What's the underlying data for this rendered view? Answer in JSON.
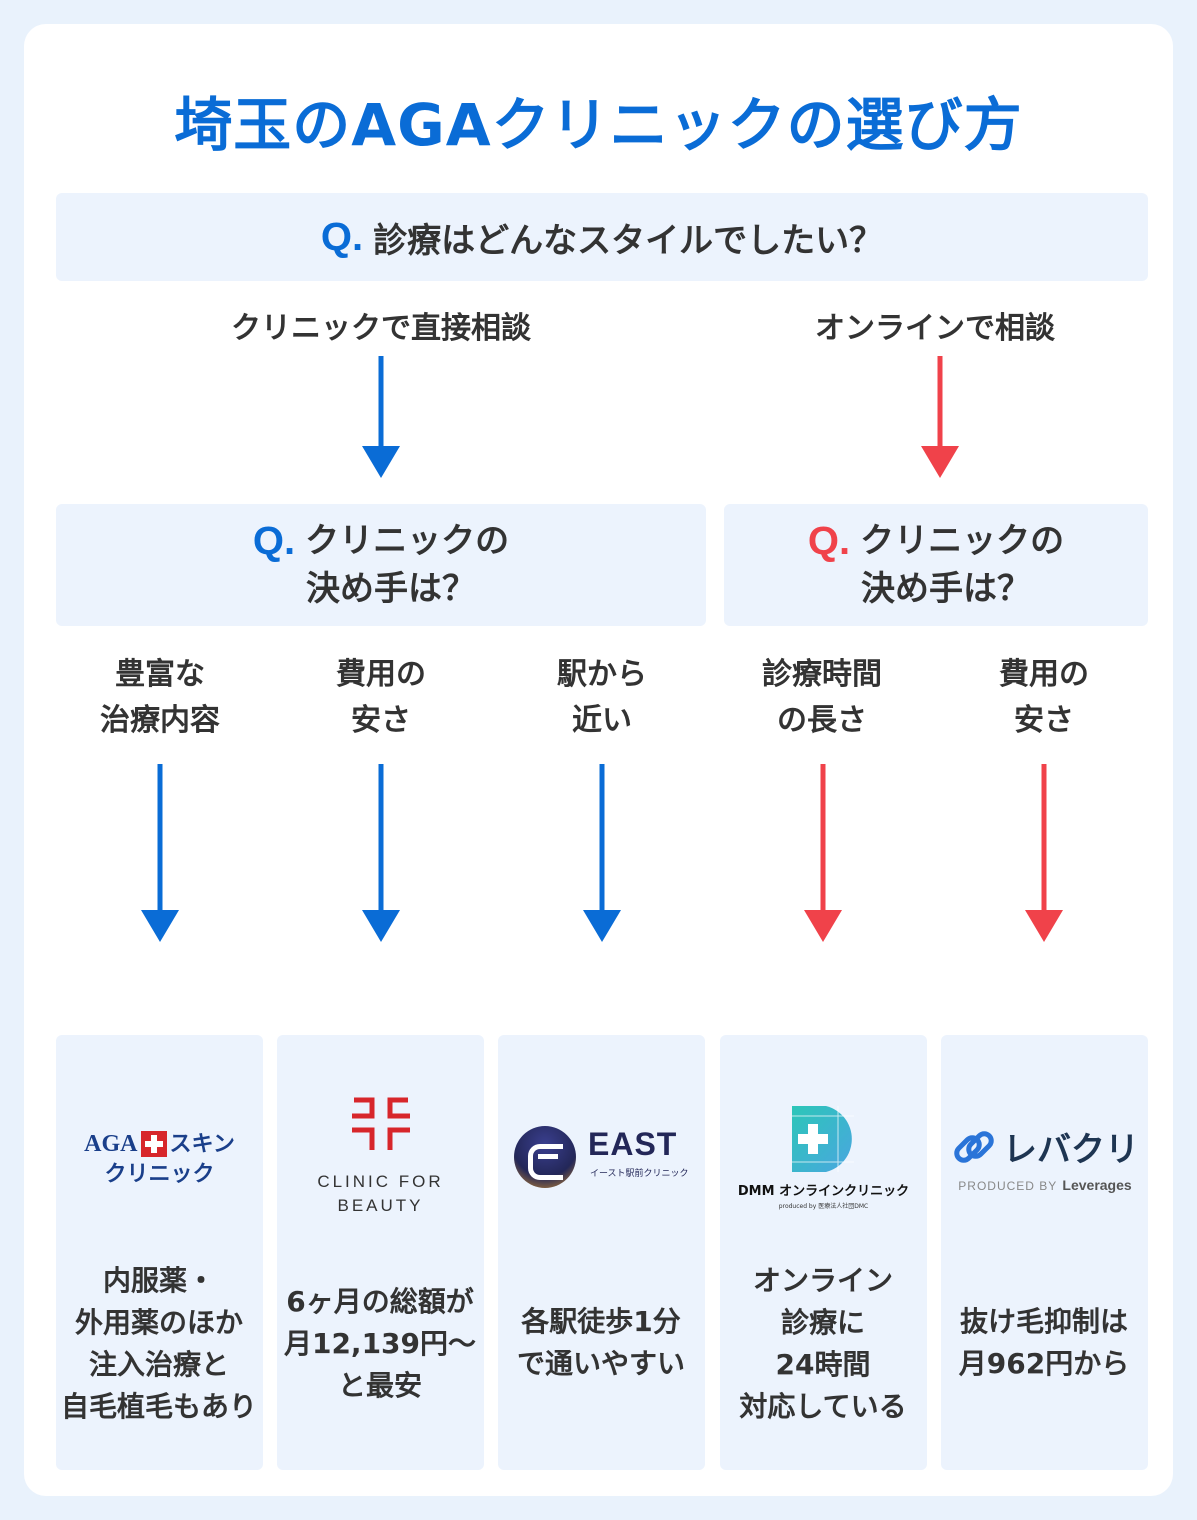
{
  "title": "埼玉のAGAクリニックの選び方",
  "colors": {
    "blue": "#0a6cd6",
    "red": "#f0424a",
    "panel": "#ecf3fd"
  },
  "q1": {
    "mark": "Q.",
    "text": "診療はどんなスタイルでしたい？"
  },
  "branches": {
    "clinic": "クリニックで直接相談",
    "online": "オンラインで相談"
  },
  "q2_left": {
    "mark": "Q.",
    "line1": "クリニックの",
    "line2": "決め手は？"
  },
  "q2_right": {
    "mark": "Q.",
    "line1": "クリニックの",
    "line2": "決め手は？"
  },
  "criteria": [
    {
      "line1": "豊富な",
      "line2": "治療内容"
    },
    {
      "line1": "費用の",
      "line2": "安さ"
    },
    {
      "line1": "駅から",
      "line2": "近い"
    },
    {
      "line1": "診療時間",
      "line2": "の長さ"
    },
    {
      "line1": "費用の",
      "line2": "安さ"
    }
  ],
  "clinics": [
    {
      "logo_line1": "AGA",
      "logo_line1b": "スキン",
      "logo_line2": "クリニック",
      "desc": [
        "内服薬・",
        "外用薬のほか",
        "注入治療と",
        "自毛植毛もあり"
      ]
    },
    {
      "logo_line1": "CLINIC FOR",
      "logo_line2": "BEAUTY",
      "desc": [
        "6ヶ月の総額が",
        "月12,139円〜",
        "と最安"
      ]
    },
    {
      "logo_main": "EAST",
      "logo_sub": "イースト駅前クリニック",
      "desc": [
        "各駅徒歩1分",
        "で通いやすい"
      ]
    },
    {
      "logo_main": "DMM オンラインクリニック",
      "logo_sub": "produced by 医療法人社団DMC",
      "desc": [
        "オンライン",
        "診療に",
        "24時間",
        "対応している"
      ]
    },
    {
      "logo_main": "レバクリ",
      "logo_sub_a": "PRODUCED BY",
      "logo_sub_b": "Leverages",
      "desc": [
        "抜け毛抑制は",
        "月962円から"
      ]
    }
  ]
}
